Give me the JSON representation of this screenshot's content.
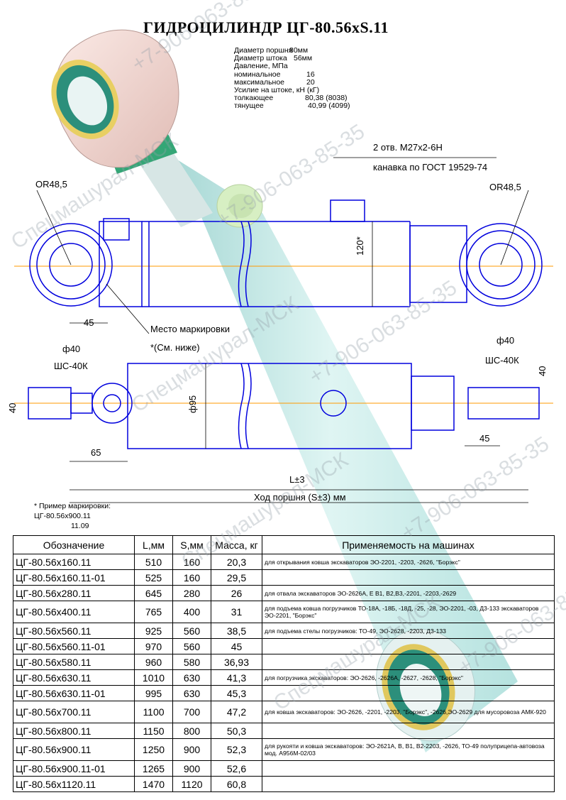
{
  "title": "ГИДРОЦИЛИНДР  ЦГ-80.56хS.11",
  "specs": [
    {
      "label": "Диаметр поршня",
      "value": "80мм"
    },
    {
      "label": "Диаметр штока",
      "value": "56мм"
    },
    {
      "label": "Давление, МПа",
      "value": ""
    },
    {
      "label": "номинальное",
      "value": "16"
    },
    {
      "label": "максимальное",
      "value": "20"
    },
    {
      "label": "Усилие на штоке, кН (кГ)",
      "value": ""
    },
    {
      "label": "толкающее",
      "value": "80,38 (8038)"
    },
    {
      "label": "тянущее",
      "value": "40,99 (4099)"
    }
  ],
  "drawing": {
    "ports_label": "2 отв. М27х2-6Н",
    "groove_label": "канавка по ГОСТ 19529-74",
    "radius_left": "ОR48,5",
    "radius_right": "ОR48,5",
    "dim_120": "120*",
    "dim_45_top": "45",
    "marking_place": "Место маркировки",
    "marking_ref": "*(См. ниже)",
    "dim_phi40_left": "ф40",
    "bearing_left": "ШС-40К",
    "dim_phi40_right": "ф40",
    "bearing_right": "ШС-40К",
    "dim_40_right": "40",
    "dim_40_left": "40",
    "dim_phi95": "ф95",
    "dim_65": "65",
    "dim_45_bottom": "45",
    "dim_L": "L±3",
    "stroke_label": "Ход поршня (S±3) мм"
  },
  "marking_note": {
    "line1": "* Пример маркировки:",
    "line2": "ЦГ-80.56х900.11",
    "line3": "11.09"
  },
  "table": {
    "headers": [
      "Обозначение",
      "L,мм",
      "S,мм",
      "Масса, кг",
      "Применяемость на машинах"
    ],
    "rows": [
      {
        "designation": "ЦГ-80.56х160.11",
        "L": "510",
        "S": "160",
        "mass": "20,3",
        "application": "для открывания ковша экскаваторов ЭО-2201, -2203, -2626, \"Борэкс\""
      },
      {
        "designation": "ЦГ-80.56х160.11-01",
        "L": "525",
        "S": "160",
        "mass": "29,5",
        "application": ""
      },
      {
        "designation": "ЦГ-80.56х280.11",
        "L": "645",
        "S": "280",
        "mass": "26",
        "application": "для отвала экскаваторов ЭО-2626А, Е В1, В2,В3,-2201, -2203,-2629"
      },
      {
        "designation": "ЦГ-80.56х400.11",
        "L": "765",
        "S": "400",
        "mass": "31",
        "application": "для подъема ковша погрузчиков ТО-18А, -18Б, -18Д, -25, -28, ЭО-2201, -03, Д3-133 экскаваторов ЭО-2201, \"Борэкс\""
      },
      {
        "designation": "ЦГ-80.56х560.11",
        "L": "925",
        "S": "560",
        "mass": "38,5",
        "application": "для подъема стелы погрузчиков: ТО-49, ЭО-2628, -2203, Д3-133"
      },
      {
        "designation": "ЦГ-80.56х560.11-01",
        "L": "970",
        "S": "560",
        "mass": "45",
        "application": ""
      },
      {
        "designation": "ЦГ-80.56х580.11",
        "L": "960",
        "S": "580",
        "mass": "36,93",
        "application": ""
      },
      {
        "designation": "ЦГ-80.56х630.11",
        "L": "1010",
        "S": "630",
        "mass": "41,3",
        "application": "для погрузчика экскаваторов: ЭО-2626, -2626А, -2627, -2628, \"Борэкс\""
      },
      {
        "designation": "ЦГ-80.56х630.11-01",
        "L": "995",
        "S": "630",
        "mass": "45,3",
        "application": ""
      },
      {
        "designation": "ЦГ-80.56х700.11",
        "L": "1100",
        "S": "700",
        "mass": "47,2",
        "application": "для ковша экскаваторов: ЭО-2626, -2201, -2203, \"Борэкс\", -2626,ЭО-2629 для мусоровоза АМК-920"
      },
      {
        "designation": "ЦГ-80.56х800.11",
        "L": "1150",
        "S": "800",
        "mass": "50,3",
        "application": ""
      },
      {
        "designation": "ЦГ-80.56х900.11",
        "L": "1250",
        "S": "900",
        "mass": "52,3",
        "application": "для рукояти и ковша экскаваторов: ЭО-2621А, В, В1, В2-2203, -2626, ТО-49 полуприцепа-автовоза мод. А956М-02/03"
      },
      {
        "designation": "ЦГ-80.56х900.11-01",
        "L": "1265",
        "S": "900",
        "mass": "52,6",
        "application": ""
      },
      {
        "designation": "ЦГ-80.56х1120.11",
        "L": "1470",
        "S": "1120",
        "mass": "60,8",
        "application": ""
      }
    ]
  },
  "watermarks": {
    "phone": "+7-906-063-85-35",
    "company": "Спецмашурал-МСК"
  },
  "colors": {
    "cylinder_body": "#c4ebe9",
    "rod_eye": "#f3d9d4",
    "bushing": "#2f8f7a",
    "seal": "#d9c25a",
    "port": "#d9f0c8",
    "drawing_lines": "#0000dd",
    "center_line": "#ff9900"
  }
}
